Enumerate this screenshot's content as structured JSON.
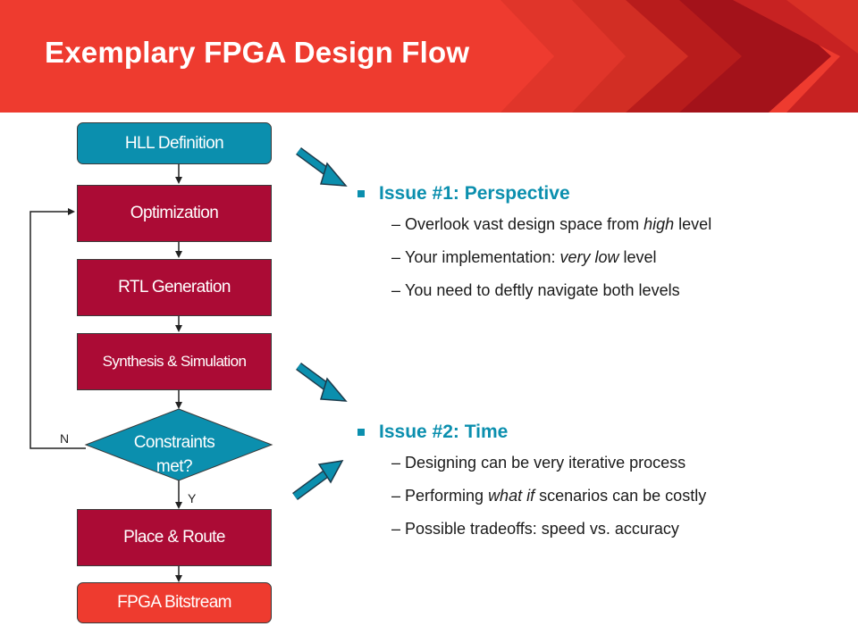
{
  "title": "Exemplary FPGA Design Flow",
  "colors": {
    "header_red": "#ee3b2f",
    "teal": "#0b8fae",
    "crimson": "#ab0b35",
    "arrow": "#0b8fae"
  },
  "flow": {
    "hll": "HLL Definition",
    "optimization": "Optimization",
    "rtl": "RTL Generation",
    "synthesis": "Synthesis & Simulation",
    "decision": "Constraints met?",
    "decision_line1": "Constraints",
    "decision_line2": "met?",
    "no_label": "N",
    "yes_label": "Y",
    "place_route": "Place & Route",
    "bitstream": "FPGA Bitstream"
  },
  "issues": [
    {
      "heading": "Issue #1: Perspective",
      "items": [
        [
          {
            "t": "Overlook vast design space from ",
            "i": false
          },
          {
            "t": "high",
            "i": true
          },
          {
            "t": " level",
            "i": false
          }
        ],
        [
          {
            "t": "Your implementation: ",
            "i": false
          },
          {
            "t": "very low",
            "i": true
          },
          {
            "t": " level",
            "i": false
          }
        ],
        [
          {
            "t": "You need to deftly navigate both levels",
            "i": false
          }
        ]
      ]
    },
    {
      "heading": "Issue #2: Time",
      "items": [
        [
          {
            "t": "Designing can be very iterative process",
            "i": false
          }
        ],
        [
          {
            "t": "Performing ",
            "i": false
          },
          {
            "t": "what if",
            "i": true
          },
          {
            "t": " scenarios can be costly",
            "i": false
          }
        ],
        [
          {
            "t": "Possible tradeoffs: speed vs. accuracy",
            "i": false
          }
        ]
      ]
    }
  ],
  "dash": "–"
}
